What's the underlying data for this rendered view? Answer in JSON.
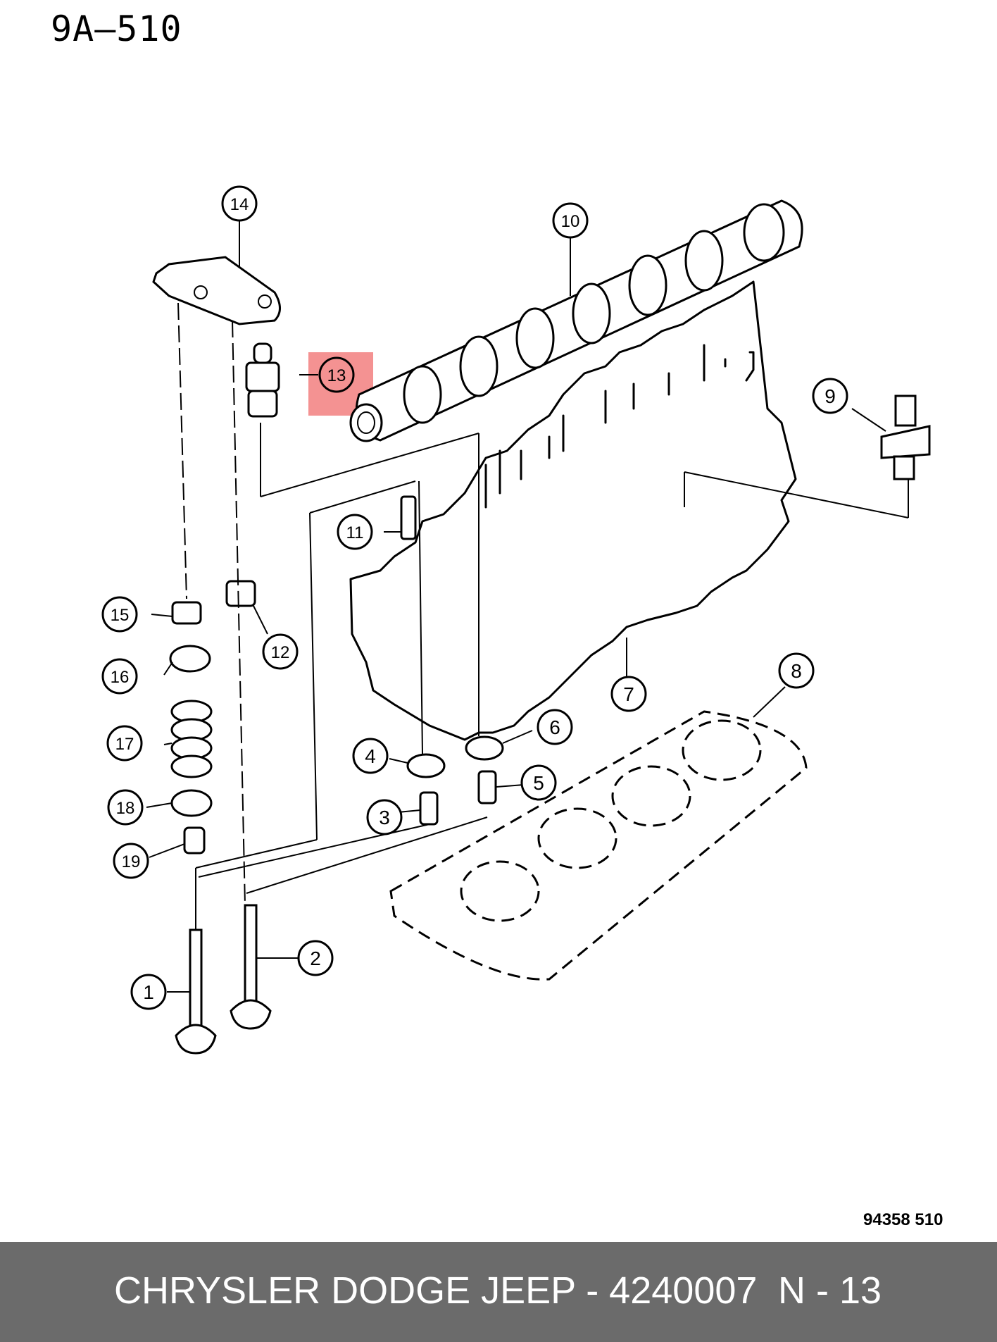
{
  "header": {
    "page_code": "9A–510"
  },
  "diagram": {
    "reference_code": "94358  510",
    "highlight_color": "#f27f7f",
    "callouts": [
      "1",
      "2",
      "3",
      "4",
      "5",
      "6",
      "7",
      "8",
      "9",
      "10",
      "11",
      "12",
      "13",
      "14",
      "15",
      "16",
      "17",
      "18",
      "19"
    ],
    "highlighted_callout": "13"
  },
  "footer": {
    "part_info": "CHRYSLER DODGE JEEP - 4240007",
    "page_number": "N - 13"
  }
}
